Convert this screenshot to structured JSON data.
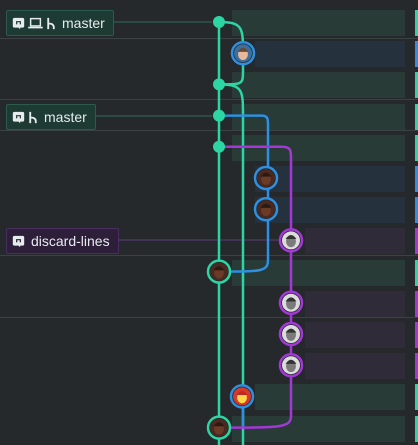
{
  "refs": [
    {
      "name": "master",
      "icons": [
        "github-icon",
        "laptop-icon",
        "branch-icon"
      ],
      "color": "#2dd4a6"
    },
    {
      "name": "master",
      "icons": [
        "github-icon",
        "branch-icon"
      ],
      "color": "#2dd4a6"
    },
    {
      "name": "discard-lines",
      "icons": [
        "github-icon"
      ],
      "color": "#a64dd6"
    }
  ],
  "colors": {
    "teal": "#2bd6a4",
    "blue": "#2f8fe0",
    "purple": "#a338d6",
    "background": "#25292b"
  },
  "commits": [
    {
      "lane": "teal",
      "kind": "dot",
      "row_color": "teal"
    },
    {
      "lane": "blue",
      "kind": "avatar",
      "avatar": "avatar-light-skin",
      "row_color": "blue"
    },
    {
      "lane": "teal",
      "kind": "dot",
      "row_color": "teal"
    },
    {
      "lane": "teal",
      "kind": "dot",
      "row_color": "teal"
    },
    {
      "lane": "teal",
      "kind": "dot",
      "row_color": "teal"
    },
    {
      "lane": "blue",
      "kind": "avatar",
      "avatar": "avatar-dark-skin",
      "row_color": "blue"
    },
    {
      "lane": "blue",
      "kind": "avatar",
      "avatar": "avatar-dark-skin",
      "row_color": "blue"
    },
    {
      "lane": "purple",
      "kind": "avatar",
      "avatar": "avatar-bw",
      "row_color": "purple"
    },
    {
      "lane": "teal",
      "kind": "merge-avatar",
      "avatar": "avatar-dark-skin",
      "row_color": "teal"
    },
    {
      "lane": "purple",
      "kind": "avatar",
      "avatar": "avatar-bw",
      "row_color": "purple"
    },
    {
      "lane": "purple",
      "kind": "avatar",
      "avatar": "avatar-bw",
      "row_color": "purple"
    },
    {
      "lane": "purple",
      "kind": "avatar",
      "avatar": "avatar-bw",
      "row_color": "purple"
    },
    {
      "lane": "blue",
      "kind": "avatar",
      "avatar": "avatar-yellow-face",
      "row_color": "teal"
    },
    {
      "lane": "teal",
      "kind": "merge-avatar",
      "avatar": "avatar-dark-skin",
      "row_color": "teal"
    }
  ]
}
